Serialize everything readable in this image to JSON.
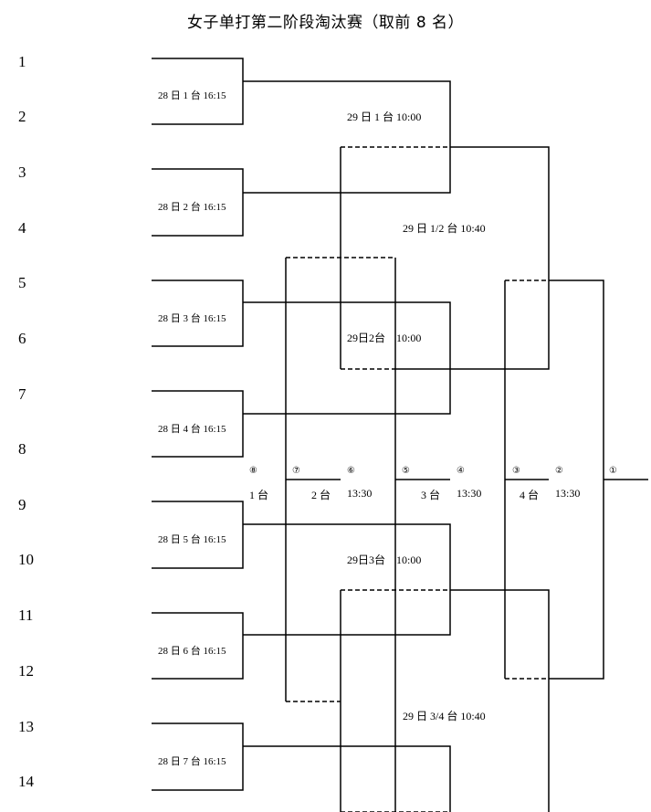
{
  "title": "女子单打第二阶段淘汰赛（取前 8 名）",
  "seeds": [
    "1",
    "2",
    "3",
    "4",
    "5",
    "6",
    "7",
    "8",
    "9",
    "10",
    "11",
    "12",
    "13",
    "14"
  ],
  "first_round": [
    "28 日 1 台 16:15",
    "28 日 2 台 16:15",
    "28 日 3 台 16:15",
    "28 日 4 台 16:15",
    "28 日 5 台 16:15",
    "28 日 6 台 16:15",
    "28 日 7 台 16:15"
  ],
  "second_round": {
    "r2_top": "29 日 1 台 10:00",
    "r2_top_mid": "29 日 1/2 台 10:40",
    "r2_mid": "29日2台　10:00",
    "r2_low": "29日3台　10:00",
    "r2_bottom": "29 日 3/4 台 10:40"
  },
  "placements": {
    "p8": "⑧",
    "p7": "⑦",
    "p6": "⑥",
    "p5": "⑤",
    "p4": "④",
    "p3": "③",
    "p2": "②",
    "p1": "①"
  },
  "tables": {
    "t1": "1 台",
    "t2": "2 台",
    "t2_time": "13:30",
    "t3": "3 台",
    "t3_time": "13:30",
    "t4": "4 台",
    "t4_time": "13:30"
  }
}
